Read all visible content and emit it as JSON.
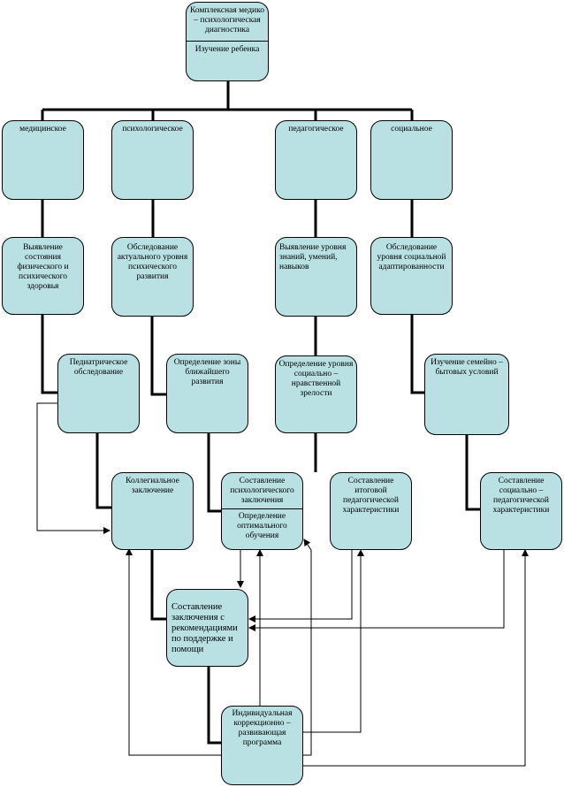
{
  "nodes": {
    "root_title": "Комплексная медико – психологическая диагностика",
    "root_sub": "Изучение ребенка",
    "medical": "медицинское",
    "psych": "психологическое",
    "ped": "педагогическое",
    "social": "социальное",
    "med2": "Выявление состояния физического и психического здоровья",
    "psych2": "Обследование актуального уровня психического развития",
    "ped2": "Выявление уровня знаний, умений, навыков",
    "social2": "Обследование уровня социальной адаптированности",
    "med3": "Педиатрическое обследование",
    "psych3": "Определение зоны ближайшего развития",
    "ped3": "Определение уровня социально – нравственной зрелости",
    "social3": "Изучение семейно – бытовых условий",
    "med4": "Коллегиальное заключение",
    "psych4_title": "Составление психологического заключения",
    "psych4_sub": "Определение оптимального обучения",
    "ped4": "Составление итоговой педагогической характеристики",
    "social4": "Составление социально – педагогической характеристики",
    "concl": "Составление заключения с рекомендациями по поддержке и помощи",
    "program": "Индивидуальная коррекционно – развивающая программа"
  },
  "colors": {
    "box_fill": "#b9e0e3",
    "line": "#000000"
  }
}
